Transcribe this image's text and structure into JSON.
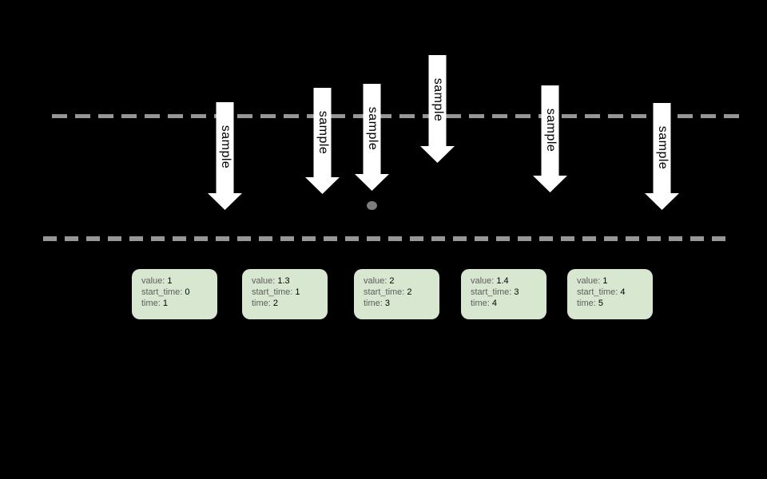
{
  "colors": {
    "background": "#000000",
    "arrow_fill": "#ffffff",
    "arrow_text": "#000000",
    "dashed_line": "#979797",
    "dot": "#7d7d7d",
    "box_background": "#d8e7d0",
    "box_label_text": "#5e5e5e",
    "box_value_text": "#000000"
  },
  "arrows": [
    {
      "label": "sample"
    },
    {
      "label": "sample"
    },
    {
      "label": "sample"
    },
    {
      "label": "sample"
    },
    {
      "label": "sample"
    },
    {
      "label": "sample"
    }
  ],
  "boxes": [
    {
      "fields": [
        {
          "label": "value:",
          "value": "1"
        },
        {
          "label": "start_time:",
          "value": "0"
        },
        {
          "label": "time:",
          "value": "1"
        }
      ]
    },
    {
      "fields": [
        {
          "label": "value:",
          "value": "1.3"
        },
        {
          "label": "start_time:",
          "value": "1"
        },
        {
          "label": "time:",
          "value": "2"
        }
      ]
    },
    {
      "fields": [
        {
          "label": "value:",
          "value": "2"
        },
        {
          "label": "start_time:",
          "value": "2"
        },
        {
          "label": "time:",
          "value": "3"
        }
      ]
    },
    {
      "fields": [
        {
          "label": "value:",
          "value": "1.4"
        },
        {
          "label": "start_time:",
          "value": "3"
        },
        {
          "label": "time:",
          "value": "4"
        }
      ]
    },
    {
      "fields": [
        {
          "label": "value:",
          "value": "1"
        },
        {
          "label": "start_time:",
          "value": "4"
        },
        {
          "label": "time:",
          "value": "5"
        }
      ]
    }
  ]
}
